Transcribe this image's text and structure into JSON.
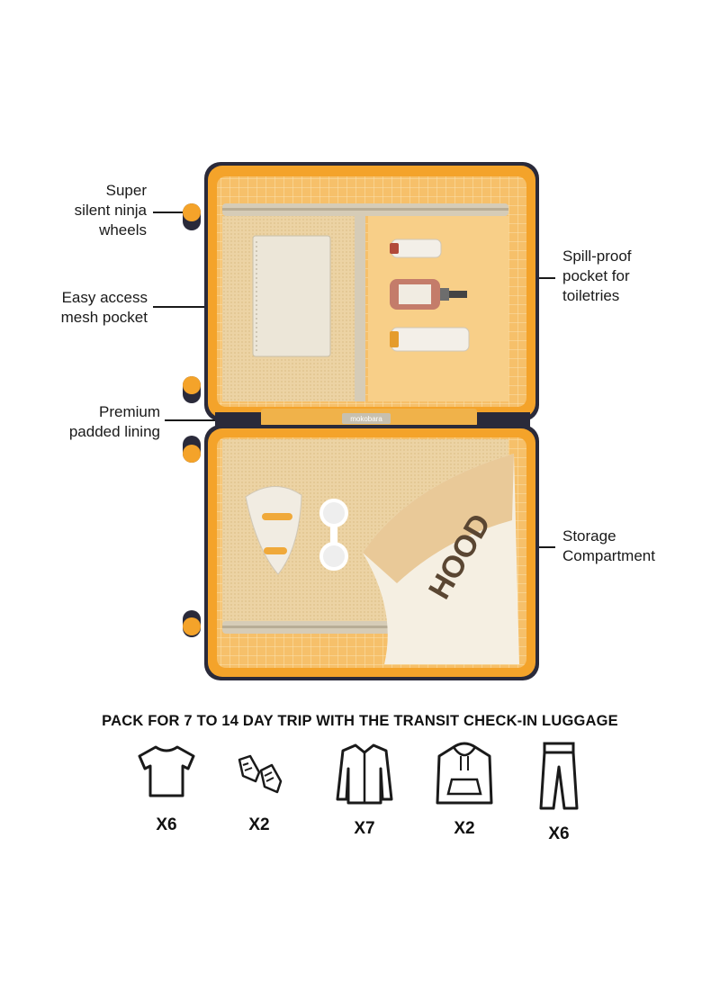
{
  "callouts": {
    "wheels": [
      "Super",
      "silent ninja",
      "wheels"
    ],
    "mesh": [
      "Easy access",
      "mesh pocket"
    ],
    "lining": [
      "Premium",
      "padded lining"
    ],
    "spill": [
      "Spill-proof",
      "pocket for",
      "toiletries"
    ],
    "storage": [
      "Storage",
      "Compartment"
    ]
  },
  "brand_tag": "mokobara",
  "headline": "PACK FOR 7 TO 14 DAY TRIP WITH THE TRANSIT CHECK-IN LUGGAGE",
  "packing": [
    {
      "icon": "t-shirt-icon",
      "count": "X6"
    },
    {
      "icon": "shoes-icon",
      "count": "X2"
    },
    {
      "icon": "shirt-icon",
      "count": "X7"
    },
    {
      "icon": "hoodie-icon",
      "count": "X2"
    },
    {
      "icon": "pants-icon",
      "count": "X6"
    }
  ],
  "colors": {
    "shell": "#f4a32a",
    "lining": "#f7c97d",
    "frame": "#2a2a3a",
    "zip": "#cfc8b8"
  }
}
